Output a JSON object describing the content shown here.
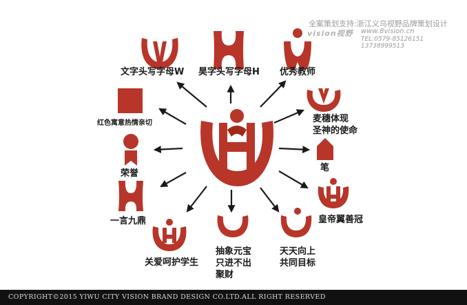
{
  "colors": {
    "brand": "#b8352a",
    "brand_dark": "#a02818",
    "text": "#1a1a1a",
    "footer_bg": "#111111"
  },
  "credits": {
    "support_line": "全案策划支持:浙江义乌视野品牌策划设计",
    "studio_logo": "vision视野",
    "url": "www.8vision.cn",
    "tel": "TEL:0579-85126151 13738999513"
  },
  "center_logo": {
    "icon": "flame-wh-emblem-icon"
  },
  "concepts": [
    {
      "id": "w-letter",
      "icon": "letter-w-icon",
      "label": "文字头写字母W"
    },
    {
      "id": "h-letter",
      "icon": "letter-h-icon",
      "label": "昊字头写字母H"
    },
    {
      "id": "teacher",
      "icon": "teacher-figure-icon",
      "label": "优秀教师"
    },
    {
      "id": "wheat",
      "icon": "wheat-ear-icon",
      "label": "麦穗体现\n圣神的使命"
    },
    {
      "id": "pen",
      "icon": "pen-tip-icon",
      "label": "笔"
    },
    {
      "id": "crown",
      "icon": "crown-icon",
      "label": "皇帝翼善冠"
    },
    {
      "id": "goal",
      "icon": "rising-sun-icon",
      "label": "天天向上\n共同目标"
    },
    {
      "id": "wealth",
      "icon": "cornucopia-icon",
      "label": "抽象元宝\n只进不出\n聚财"
    },
    {
      "id": "care",
      "icon": "caring-hands-icon",
      "label": "关爱呵护学生"
    },
    {
      "id": "tripod",
      "icon": "tripod-icon",
      "label": "一言九鼎"
    },
    {
      "id": "honor",
      "icon": "medal-icon",
      "label": "荣誉"
    },
    {
      "id": "red",
      "icon": "red-square-icon",
      "label": "红色寓意热情亲切"
    }
  ],
  "footer": {
    "copyright": "COPYRIGHT©2015 YIWU CITY VISION BRAND DESIGN CO.LTD.ALL RIGHT RESERVED"
  }
}
